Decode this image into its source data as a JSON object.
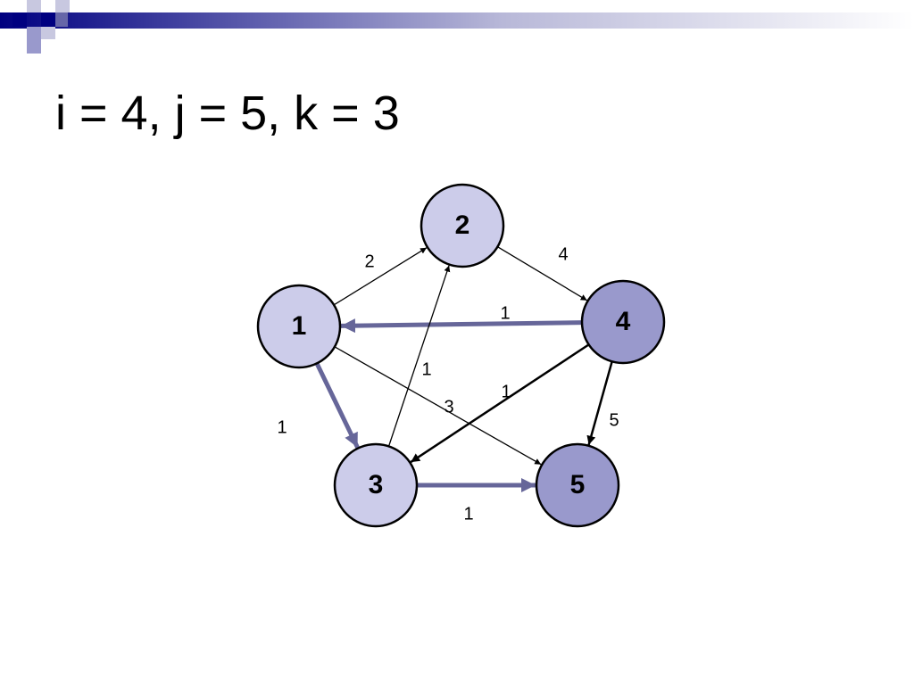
{
  "slide": {
    "title": "i = 4, j = 5, k = 3"
  },
  "colors": {
    "node_light": "#ccccea",
    "node_dark": "#9999cc",
    "highlight_edge": "#666699",
    "thin_edge": "#000000",
    "band_start": "#000080",
    "band_end": "#ffffff"
  },
  "graph": {
    "nodes": [
      {
        "id": "1",
        "label": "1",
        "highlighted": false
      },
      {
        "id": "2",
        "label": "2",
        "highlighted": false
      },
      {
        "id": "3",
        "label": "3",
        "highlighted": false
      },
      {
        "id": "4",
        "label": "4",
        "highlighted": true
      },
      {
        "id": "5",
        "label": "5",
        "highlighted": true
      }
    ],
    "edges": [
      {
        "from": "1",
        "to": "2",
        "weight": "2",
        "style": "thin"
      },
      {
        "from": "2",
        "to": "4",
        "weight": "4",
        "style": "thin"
      },
      {
        "from": "4",
        "to": "1",
        "weight": "1",
        "style": "highlight"
      },
      {
        "from": "3",
        "to": "2",
        "weight": "1",
        "style": "thin"
      },
      {
        "from": "1",
        "to": "5",
        "weight": "3",
        "style": "thin"
      },
      {
        "from": "4",
        "to": "3",
        "weight": "1",
        "style": "medium"
      },
      {
        "from": "4",
        "to": "5",
        "weight": "5",
        "style": "medium"
      },
      {
        "from": "1",
        "to": "3",
        "weight": "1",
        "style": "highlight"
      },
      {
        "from": "3",
        "to": "5",
        "weight": "1",
        "style": "highlight"
      }
    ]
  }
}
